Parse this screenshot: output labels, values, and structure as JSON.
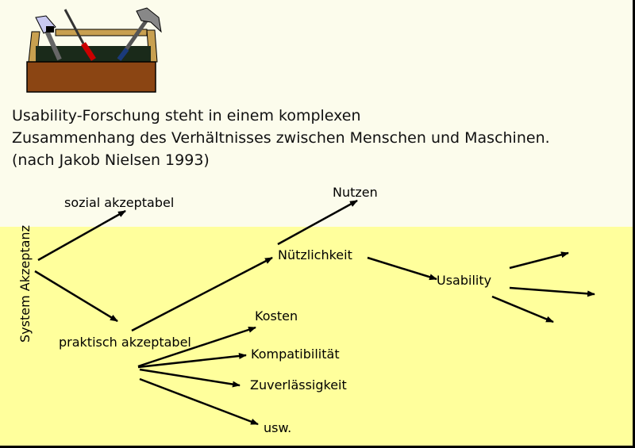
{
  "intro": {
    "line1": "Usability-Forschung steht in einem komplexen",
    "line2": "Zusammenhang des Verhältnisses zwischen Menschen und Maschinen.",
    "line3": "(nach Jakob Nielsen 1993)"
  },
  "diagram": {
    "root": "System Akzeptanz",
    "sozial": "sozial akzeptabel",
    "praktisch": "praktisch akzeptabel",
    "nuetzlichkeit": "Nützlichkeit",
    "nutzen": "Nutzen",
    "usability": "Usability",
    "kosten": "Kosten",
    "kompatibilitaet": "Kompatibilität",
    "zuverlaessigkeit": "Zuverlässigkeit",
    "usw": "usw."
  },
  "icons": {
    "toolbox": "toolbox-icon"
  },
  "colors": {
    "background_bottom": "#ffff9c",
    "background_top": "#fcfcec"
  }
}
